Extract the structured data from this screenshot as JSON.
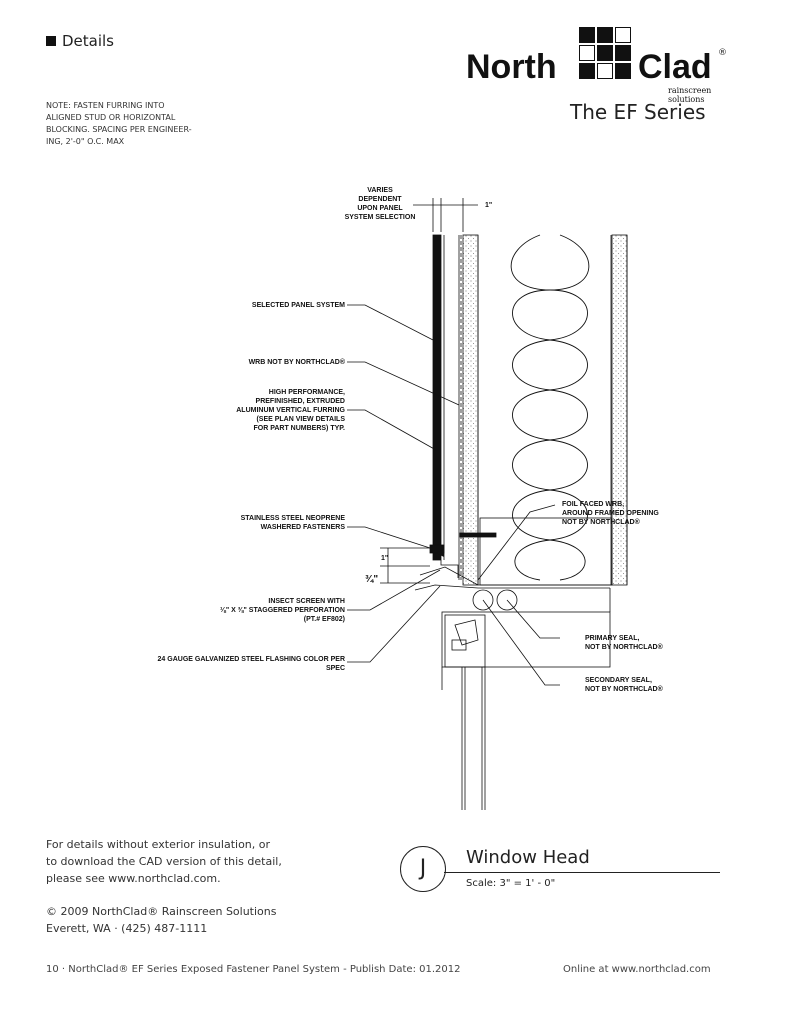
{
  "header": {
    "section": "Details",
    "note": [
      "NOTE: FASTEN FURRING INTO",
      "ALIGNED STUD OR HORIZONTAL",
      "BLOCKING. SPACING PER ENGINEER-",
      "ING, 2'-0\" O.C. MAX"
    ],
    "logo": {
      "left": "North",
      "right": "Clad",
      "reg": "®",
      "tagline": "rainscreen solutions"
    },
    "series": "The EF Series"
  },
  "drawing": {
    "dim_varies": "VARIES\nDEPENDENT\nUPON PANEL\nSYSTEM SELECTION",
    "dim_top": "1\"",
    "dim_1": "1\"",
    "dim_3_4": "¾\"",
    "labels": {
      "panel": "SELECTED PANEL SYSTEM",
      "wrb": "WRB NOT BY NORTHCLAD®",
      "furring": "HIGH PERFORMANCE,\nPREFINISHED, EXTRUDED\nALUMINUM VERTICAL FURRING\n(SEE PLAN VIEW DETAILS\nFOR PART NUMBERS) TYP.",
      "fasteners": "STAINLESS STEEL NEOPRENE\nWASHERED FASTENERS",
      "insect": "INSECT SCREEN WITH\n⅛\" X ⅜\" STAGGERED PERFORATION\n(PT.# EF802)",
      "flashing": "24 GAUGE GALVANIZED STEEL FLASHING COLOR PER\nSPEC",
      "foil": "FOIL FACED WRB,\nAROUND FRAMED OPENING\nNOT BY NORTHCLAD®",
      "primary": "PRIMARY SEAL,\nNOT BY NORTHCLAD®",
      "secondary": "SECONDARY SEAL,\nNOT BY NORTHCLAD®"
    }
  },
  "footer": {
    "info": [
      "For details without exterior insulation, or",
      "to download the CAD version of this detail,",
      "please see www.northclad.com."
    ],
    "copyright": "© 2009 NorthClad® Rainscreen Solutions",
    "address": "Everett, WA · (425) 487-1111",
    "detail_letter": "J",
    "detail_title": "Window Head",
    "scale": "Scale: 3\" = 1' - 0\"",
    "page_line": "10 · NorthClad® EF Series Exposed Fastener Panel System - Publish Date: 01.2012",
    "online": "Online at www.northclad.com"
  }
}
